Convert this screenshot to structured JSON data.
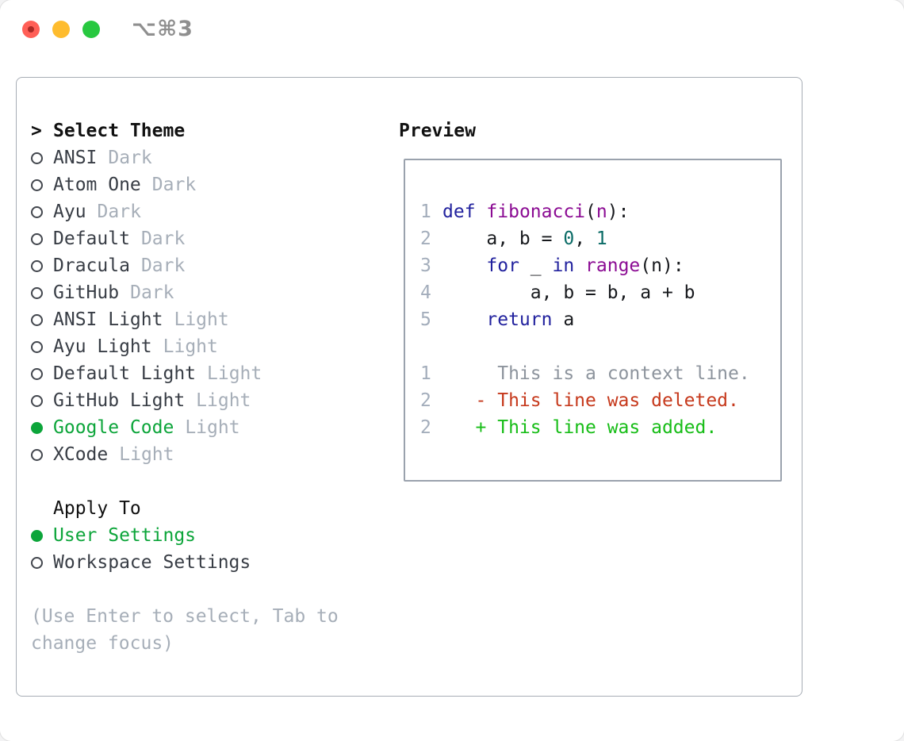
{
  "window": {
    "title": "⌥⌘3",
    "traffic_lights": [
      {
        "name": "close-button",
        "color_key": "traffic_red"
      },
      {
        "name": "minimize-button",
        "color_key": "traffic_yellow"
      },
      {
        "name": "zoom-button",
        "color_key": "traffic_green"
      }
    ]
  },
  "theme_panel": {
    "header": {
      "pointer": ">",
      "label": "Select Theme"
    },
    "themes": [
      {
        "name": "ANSI",
        "variant": "Dark",
        "selected": false
      },
      {
        "name": "Atom One",
        "variant": "Dark",
        "selected": false
      },
      {
        "name": "Ayu",
        "variant": "Dark",
        "selected": false
      },
      {
        "name": "Default",
        "variant": "Dark",
        "selected": false
      },
      {
        "name": "Dracula",
        "variant": "Dark",
        "selected": false
      },
      {
        "name": "GitHub",
        "variant": "Dark",
        "selected": false
      },
      {
        "name": "ANSI Light",
        "variant": "Light",
        "selected": false
      },
      {
        "name": "Ayu Light",
        "variant": "Light",
        "selected": false
      },
      {
        "name": "Default Light",
        "variant": "Light",
        "selected": false
      },
      {
        "name": "GitHub Light",
        "variant": "Light",
        "selected": false
      },
      {
        "name": "Google Code",
        "variant": "Light",
        "selected": true
      },
      {
        "name": "XCode",
        "variant": "Light",
        "selected": false
      }
    ],
    "apply_to": {
      "label": "Apply To",
      "options": [
        {
          "label": "User Settings",
          "selected": true
        },
        {
          "label": "Workspace Settings",
          "selected": false
        }
      ]
    },
    "hint": "(Use Enter to select, Tab to change focus)"
  },
  "preview": {
    "label": "Preview",
    "lines": [
      {
        "num": "1",
        "tokens": [
          {
            "t": "def",
            "c": "keyword"
          },
          {
            "t": " ",
            "c": "plain"
          },
          {
            "t": "fibonacci",
            "c": "func"
          },
          {
            "t": "(",
            "c": "plain"
          },
          {
            "t": "n",
            "c": "func"
          },
          {
            "t": "):",
            "c": "plain"
          }
        ]
      },
      {
        "num": "2",
        "tokens": [
          {
            "t": "    a, b = ",
            "c": "plain"
          },
          {
            "t": "0",
            "c": "number"
          },
          {
            "t": ", ",
            "c": "plain"
          },
          {
            "t": "1",
            "c": "number"
          }
        ]
      },
      {
        "num": "3",
        "tokens": [
          {
            "t": "    ",
            "c": "plain"
          },
          {
            "t": "for",
            "c": "keyword"
          },
          {
            "t": " _ ",
            "c": "plain"
          },
          {
            "t": "in",
            "c": "keyword"
          },
          {
            "t": " ",
            "c": "plain"
          },
          {
            "t": "range",
            "c": "func"
          },
          {
            "t": "(n):",
            "c": "plain"
          }
        ]
      },
      {
        "num": "4",
        "tokens": [
          {
            "t": "        a, b = b, a + b",
            "c": "plain"
          }
        ]
      },
      {
        "num": "5",
        "tokens": [
          {
            "t": "    ",
            "c": "plain"
          },
          {
            "t": "return",
            "c": "keyword"
          },
          {
            "t": " a",
            "c": "plain"
          }
        ]
      },
      {
        "num": "",
        "tokens": []
      },
      {
        "num": "1",
        "tokens": [
          {
            "t": "     This is a context line.",
            "c": "context"
          }
        ]
      },
      {
        "num": "2",
        "tokens": [
          {
            "t": "   - This line was deleted.",
            "c": "deleted"
          }
        ]
      },
      {
        "num": "2",
        "tokens": [
          {
            "t": "   + This line was added.",
            "c": "added"
          }
        ]
      }
    ]
  },
  "colors": {
    "keyword": "#22229e",
    "func": "#8b0b93",
    "number": "#0a6b66",
    "plain": "#17191d",
    "context": "#8d949d",
    "deleted": "#c6391c",
    "added": "#17bd17",
    "linenum": "#a3adbb",
    "accent_green": "#0ca53a",
    "muted": "#a6aeb8",
    "text_dark": "#383d45",
    "heading": "#111111",
    "panel_border": "#a7adb5",
    "preview_border": "#9aa2ad",
    "title_gray": "#8f8f8f",
    "traffic_red": "#ff5f57",
    "traffic_yellow": "#febc2e",
    "traffic_green": "#28c840"
  }
}
